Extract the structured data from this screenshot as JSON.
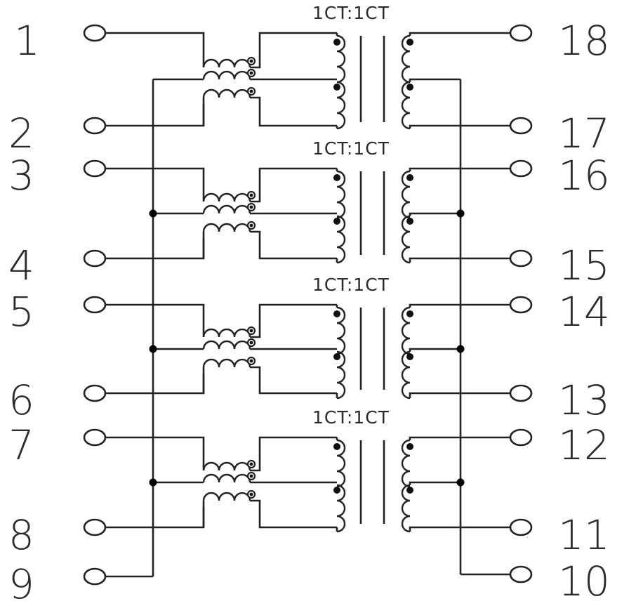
{
  "diagram": {
    "type": "transformer-schematic",
    "line_color": "#222222",
    "left_pins": [
      "1",
      "2",
      "3",
      "4",
      "5",
      "6",
      "7",
      "8",
      "9"
    ],
    "right_pins": [
      "18",
      "17",
      "16",
      "15",
      "14",
      "13",
      "12",
      "11",
      "10"
    ],
    "channels": [
      {
        "ratio": "1CT:1CT",
        "left_pins": [
          "1",
          "2"
        ],
        "right_pins": [
          "18",
          "17"
        ]
      },
      {
        "ratio": "1CT:1CT",
        "left_pins": [
          "3",
          "4"
        ],
        "right_pins": [
          "16",
          "15"
        ]
      },
      {
        "ratio": "1CT:1CT",
        "left_pins": [
          "5",
          "6"
        ],
        "right_pins": [
          "14",
          "13"
        ]
      },
      {
        "ratio": "1CT:1CT",
        "left_pins": [
          "7",
          "8"
        ],
        "right_pins": [
          "12",
          "11"
        ]
      }
    ]
  }
}
